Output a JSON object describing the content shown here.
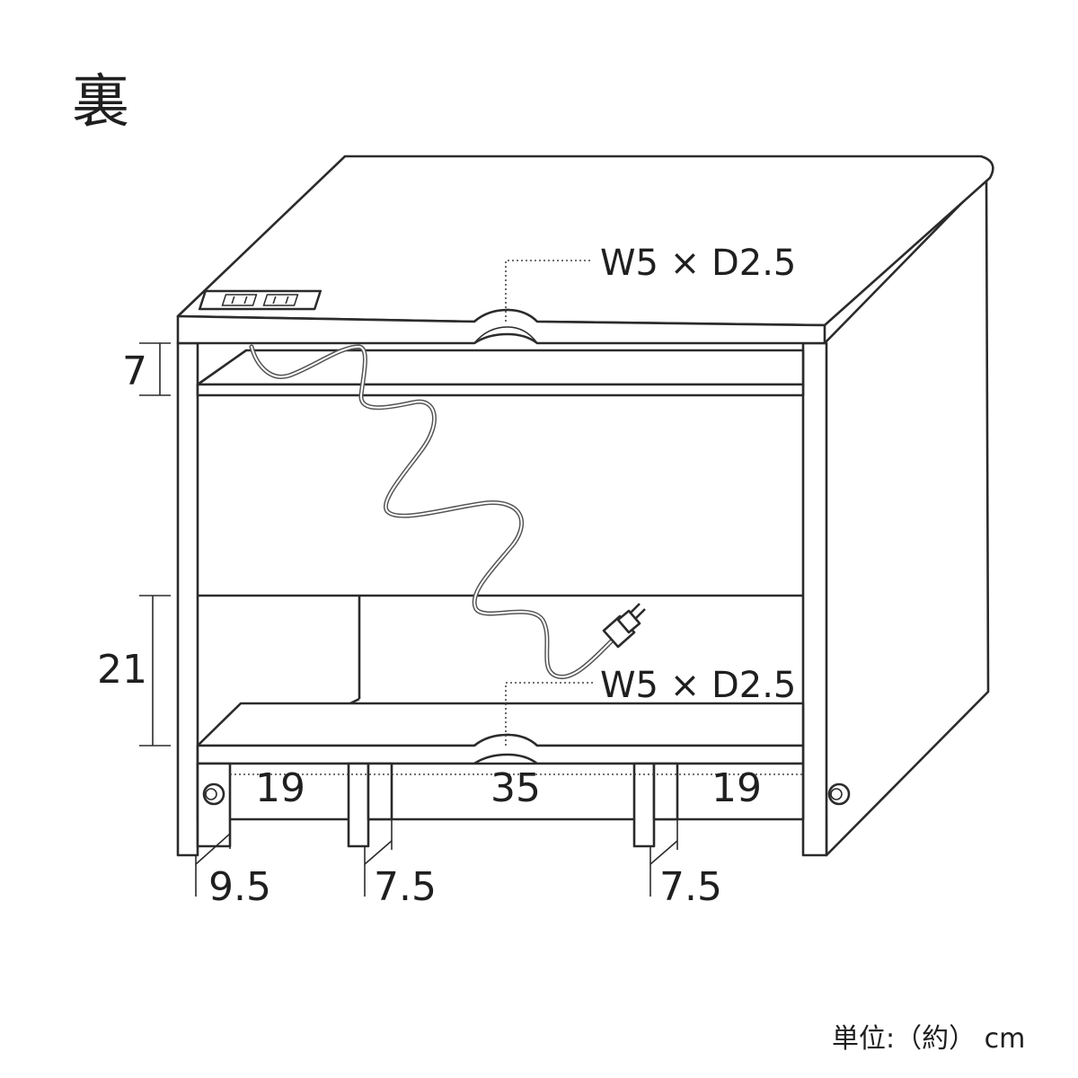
{
  "title": "裏",
  "unit_note": "単位:（約） cm",
  "notches": {
    "top": "W5 × D2.5",
    "bottom": "W5 × D2.5"
  },
  "dimensions": {
    "upper_opening_height": "7",
    "lower_opening_height": "21",
    "base_left_width": "19",
    "base_center_width": "35",
    "base_right_width": "19",
    "left_post_depth": "9.5",
    "center_left_post_depth": "7.5",
    "center_right_post_depth": "7.5"
  },
  "icons": {
    "outlet": "power-outlet-icon",
    "plug": "power-plug-icon"
  }
}
